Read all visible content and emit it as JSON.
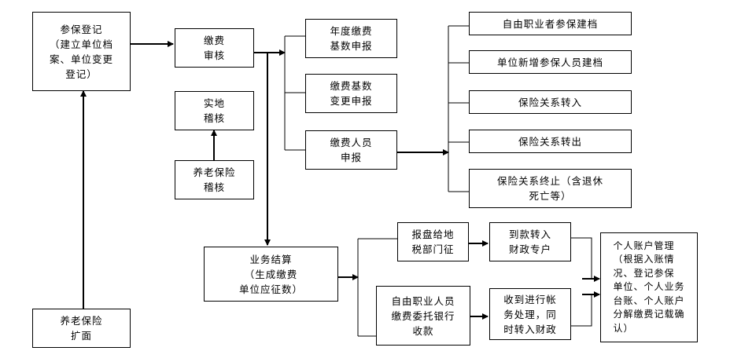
{
  "nodes": {
    "register": "参保登记\n（建立单位档\n案、单位变更\n登记）",
    "audit": "缴费\n审核",
    "onsite": "实地\n稽核",
    "pension_audit": "养老保险\n稽核",
    "expand": "养老保险\n扩面",
    "annual": "年度缴费\n基数申报",
    "base_change": "缴费基数\n变更申报",
    "person_report": "缴费人员\n申报",
    "freelance_file": "自由职业者参保建档",
    "new_staff_file": "单位新增参保人员建档",
    "transfer_in": "保险关系转入",
    "transfer_out": "保险关系转出",
    "terminate": "保险关系终止（含退休\n死亡等）",
    "settlement": "业务结算\n（生成缴费\n单位应征数）",
    "tax_disk": "报盘给地\n税部门征",
    "bank": "自由职业人员\n缴费委托银行\n收款",
    "to_finance": "到款转入\n财政专户",
    "accounting": "收到进行帐\n务处理，同\n时转入财政",
    "personal_account": "个人账户管理\n（根据入账情\n况、登记参保\n单位、个人业务\n台账、个人账户\n分解缴费记载确\n认）"
  }
}
